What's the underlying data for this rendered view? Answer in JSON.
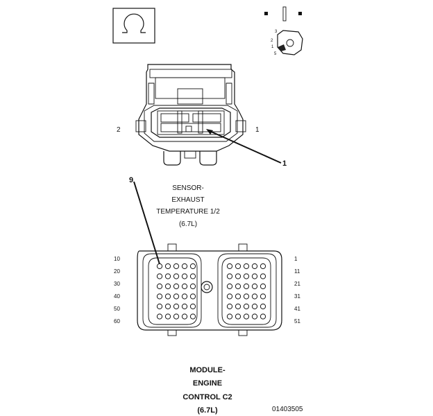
{
  "sensor_view": {
    "cavity_left_label": "2",
    "cavity_right_label": "1",
    "callout_label": "1"
  },
  "pin_callout_label": "9",
  "sensor_caption": [
    "SENSOR-",
    "EXHAUST",
    "TEMPERATURE 1/2",
    "(6.7L)"
  ],
  "key_detail": {
    "labels": [
      "3",
      "2",
      "1",
      "5"
    ]
  },
  "module_view": {
    "left_row_labels": [
      "10",
      "20",
      "30",
      "40",
      "50",
      "60"
    ],
    "right_row_labels": [
      "1",
      "11",
      "21",
      "31",
      "41",
      "51"
    ]
  },
  "module_caption": [
    "MODULE-",
    "ENGINE",
    "CONTROL C2",
    "(6.7L)"
  ],
  "figure_id": "01403505"
}
